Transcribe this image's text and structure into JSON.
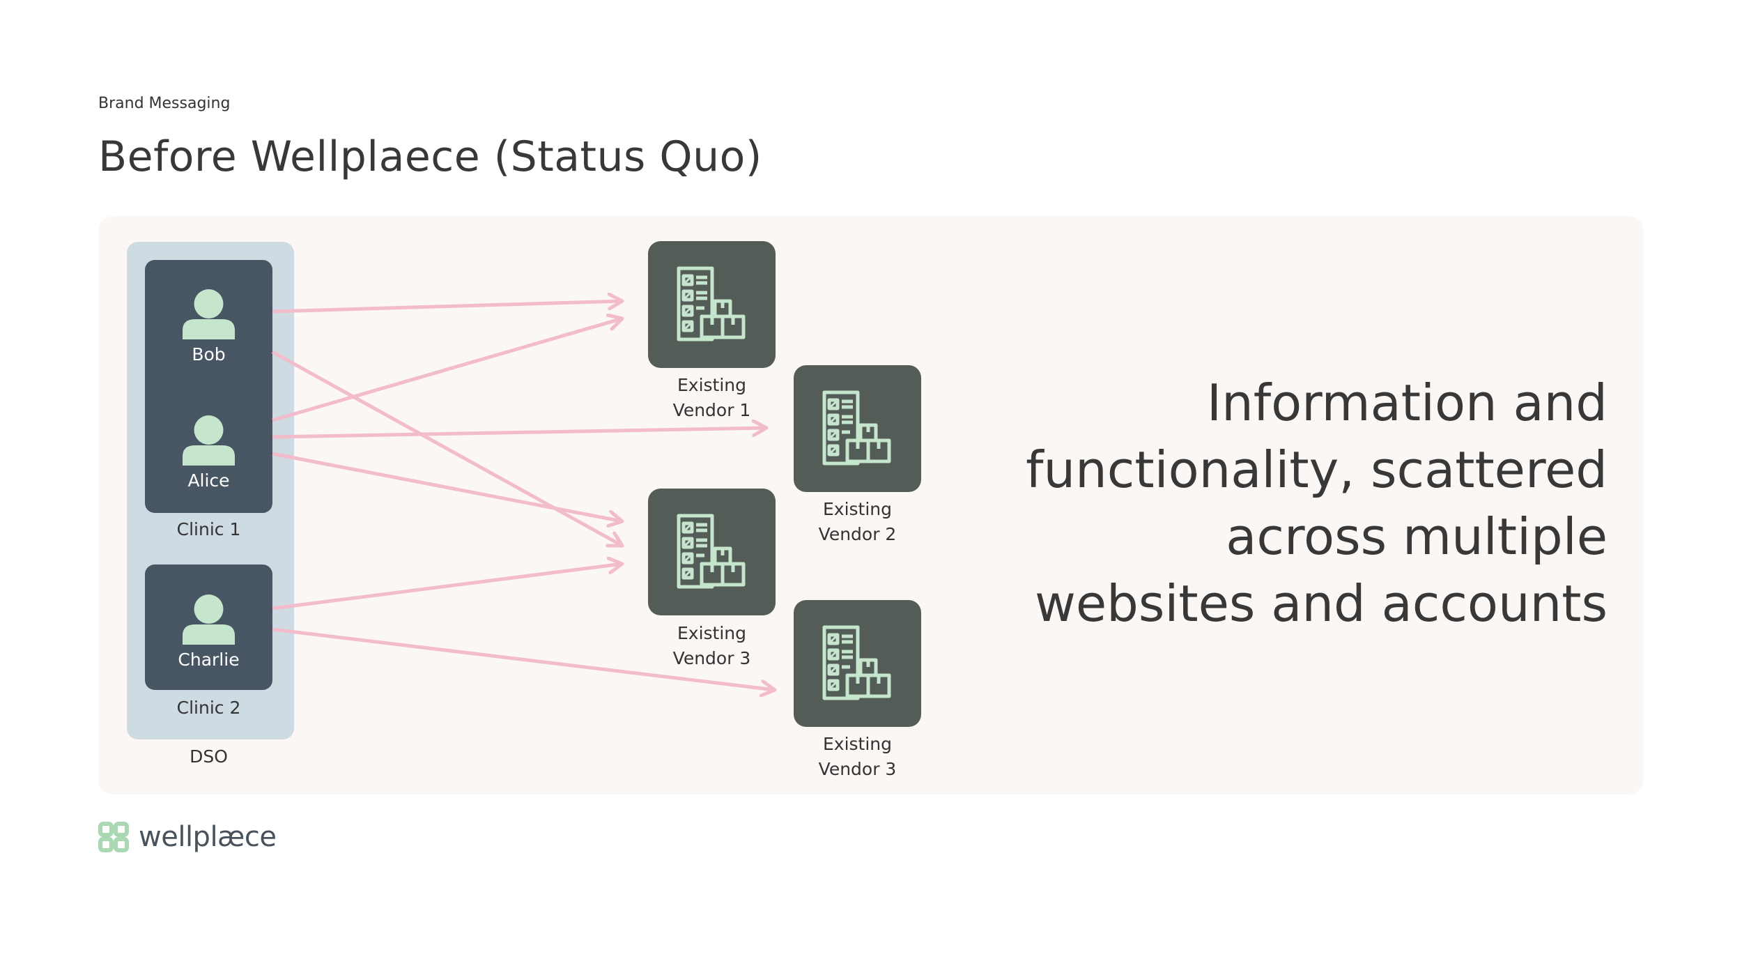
{
  "header": {
    "eyebrow": "Brand Messaging",
    "title": "Before Wellplaece (Status Quo)"
  },
  "diagram": {
    "people": {
      "bob": "Bob",
      "alice": "Alice",
      "charlie": "Charlie"
    },
    "clinic1": "Clinic 1",
    "clinic2": "Clinic 2",
    "dso": "DSO",
    "vendors": {
      "v1": "Existing\nVendor 1",
      "v2": "Existing\nVendor 2",
      "v3a": "Existing\nVendor 3",
      "v3b": "Existing\nVendor 3"
    }
  },
  "message": "Information and\nfunctionality, scattered\nacross multiple\nwebsites and accounts",
  "logo": {
    "wordmark": "wellplæce",
    "icon": "wellplaece-logo-icon"
  },
  "colors": {
    "arrow": "#f2bccb",
    "vendor_tile": "#535c56",
    "clinic_tile": "#485664",
    "dso_bg": "#cedbe2",
    "panel_bg": "#fbf7f5",
    "accent_green": "#c5e5cd"
  },
  "icons": {
    "person": "person-icon",
    "vendor": "inventory-checklist-icon"
  }
}
